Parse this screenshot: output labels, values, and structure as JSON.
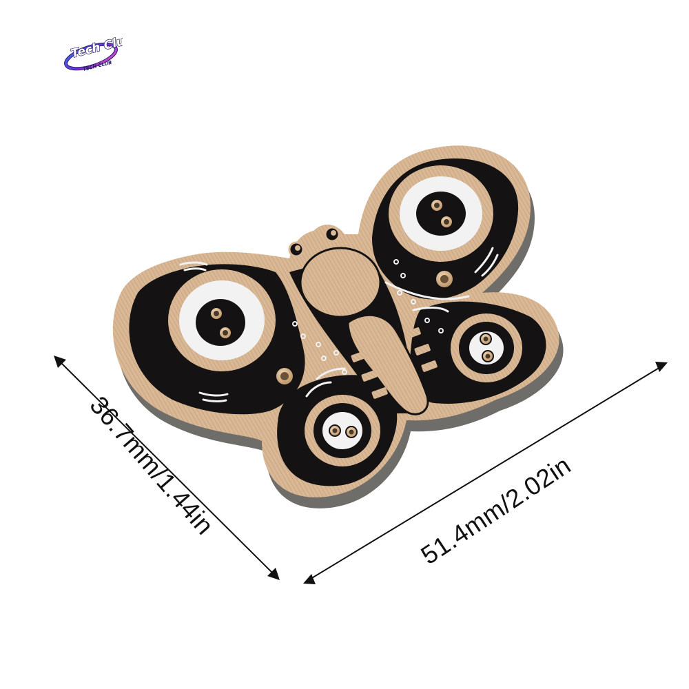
{
  "brand": {
    "logo_primary": "Tech Club",
    "logo_secondary": "TECH CLUB"
  },
  "dimensions": {
    "height_text": "36.7mm/1.44in",
    "width_text": "51.4mm/2.02in"
  },
  "colors": {
    "board_black": "#141212",
    "copper": "#d8b796",
    "copper_dark": "#b8926e",
    "silkscreen": "#f2f2f2",
    "edge": "#6f6d6a",
    "logo_purple": "#5b2fd6",
    "logo_pink": "#e04fc8"
  }
}
